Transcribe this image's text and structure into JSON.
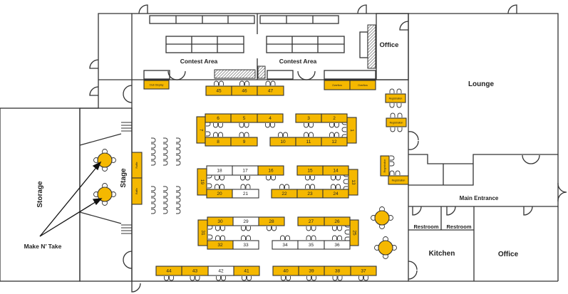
{
  "colors": {
    "booth": "#F5B800",
    "open": "#FFFFFF",
    "line": "#333333"
  },
  "rooms": {
    "contest_area_left": "Contest Area",
    "contest_area_right": "Contest Area",
    "office_top": "Office",
    "lounge": "Lounge",
    "main_entrance": "Main Entrance",
    "restroom_1": "Restroom",
    "restroom_2": "Restroom",
    "kitchen": "Kitchen",
    "office_bottom": "Office",
    "storage": "Storage",
    "stage": "Stage"
  },
  "annotations": {
    "make_n_take": "Make N’ Take"
  },
  "special_tables": {
    "club_display": "Club Display",
    "overflow": [
      "Overflow",
      "Overflow"
    ],
    "registration": [
      "Registration",
      "Registration",
      "Registration",
      "Registration"
    ],
    "raffle": [
      "Raffle",
      "Raffle"
    ]
  },
  "tables": [
    {
      "label": "1",
      "taken": true
    },
    {
      "label": "2",
      "taken": true
    },
    {
      "label": "3",
      "taken": true
    },
    {
      "label": "4",
      "taken": true
    },
    {
      "label": "5",
      "taken": true
    },
    {
      "label": "6",
      "taken": true
    },
    {
      "label": "7",
      "taken": true
    },
    {
      "label": "8",
      "taken": true
    },
    {
      "label": "9",
      "taken": true
    },
    {
      "label": "10",
      "taken": true
    },
    {
      "label": "11",
      "taken": true
    },
    {
      "label": "12",
      "taken": true
    },
    {
      "label": "13",
      "taken": true
    },
    {
      "label": "14",
      "taken": true
    },
    {
      "label": "15",
      "taken": true
    },
    {
      "label": "16",
      "taken": true
    },
    {
      "label": "17",
      "taken": false
    },
    {
      "label": "18",
      "taken": false
    },
    {
      "label": "19",
      "taken": true
    },
    {
      "label": "20",
      "taken": true
    },
    {
      "label": "21",
      "taken": false
    },
    {
      "label": "22",
      "taken": true
    },
    {
      "label": "23",
      "taken": true
    },
    {
      "label": "24",
      "taken": true
    },
    {
      "label": "25",
      "taken": true
    },
    {
      "label": "26",
      "taken": true
    },
    {
      "label": "27",
      "taken": true
    },
    {
      "label": "28",
      "taken": true
    },
    {
      "label": "29",
      "taken": false
    },
    {
      "label": "30",
      "taken": true
    },
    {
      "label": "31",
      "taken": true
    },
    {
      "label": "32",
      "taken": true
    },
    {
      "label": "33",
      "taken": false
    },
    {
      "label": "34",
      "taken": false
    },
    {
      "label": "35",
      "taken": false
    },
    {
      "label": "36",
      "taken": false
    },
    {
      "label": "37",
      "taken": true
    },
    {
      "label": "38",
      "taken": true
    },
    {
      "label": "39",
      "taken": true
    },
    {
      "label": "40",
      "taken": true
    },
    {
      "label": "41",
      "taken": true
    },
    {
      "label": "42",
      "taken": false
    },
    {
      "label": "43",
      "taken": true
    },
    {
      "label": "44",
      "taken": true
    },
    {
      "label": "45",
      "taken": true
    },
    {
      "label": "46",
      "taken": true
    },
    {
      "label": "47",
      "taken": true
    }
  ]
}
